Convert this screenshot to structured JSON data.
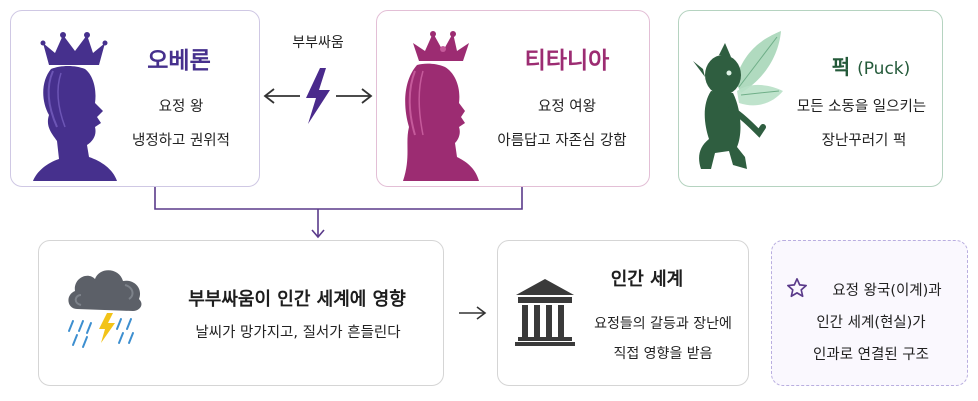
{
  "oberon": {
    "name": "오베론",
    "line1": "요정 왕",
    "line2": "냉정하고 권위적"
  },
  "conflict": {
    "label": "부부싸움"
  },
  "titania": {
    "name": "티타니아",
    "line1": "요정 여왕",
    "line2": "아름답고 자존심 강함"
  },
  "puck": {
    "name": "퍽",
    "name_sub": "(Puck)",
    "line1": "모든 소동을 일으키는",
    "line2": "장난꾸러기 퍽"
  },
  "effect": {
    "title": "부부싸움이 인간 세계에 영향",
    "line1": "날씨가 망가지고, 질서가 흔들린다"
  },
  "human": {
    "title": "인간 세계",
    "line1": "요정들의 갈등과 장난에",
    "line2": "직접 영향을 받음"
  },
  "summary": {
    "line1": "요정 왕국(이계)과",
    "line2": "인간 세계(현실)가",
    "line3": "인과로 연결된 구조"
  },
  "colors": {
    "oberon": "#46308d",
    "titania": "#9c2c72",
    "puck": "#245a3a",
    "connector": "#5a3a8a",
    "summary_border": "#b9aee0"
  },
  "icons": {
    "oberon": "crowned-king-silhouette-icon",
    "titania": "crowned-queen-silhouette-icon",
    "puck": "winged-fairy-icon",
    "conflict": "lightning-bolt-icon",
    "effect": "storm-cloud-icon",
    "human": "temple-building-icon",
    "summary": "star-outline-icon"
  }
}
